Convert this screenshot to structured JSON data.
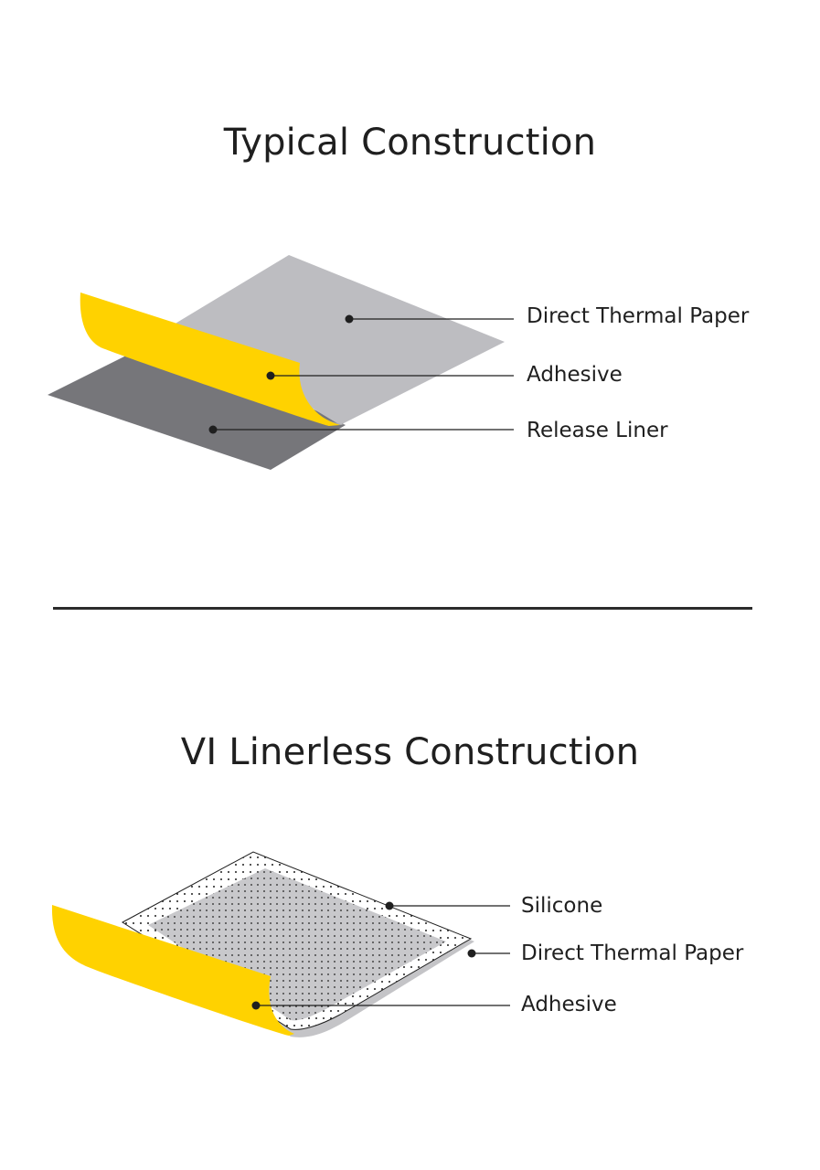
{
  "sections": [
    {
      "title": "Typical Construction",
      "labels": [
        "Direct Thermal Paper",
        "Adhesive",
        "Release Liner"
      ]
    },
    {
      "title": "VI Linerless Construction",
      "labels": [
        "Silicone",
        "Direct Thermal Paper",
        "Adhesive"
      ]
    }
  ],
  "colors": {
    "paper": "#bdbdc1",
    "liner": "#76767a",
    "adhesive": "#ffd200",
    "dark": "#1f1f1f"
  }
}
